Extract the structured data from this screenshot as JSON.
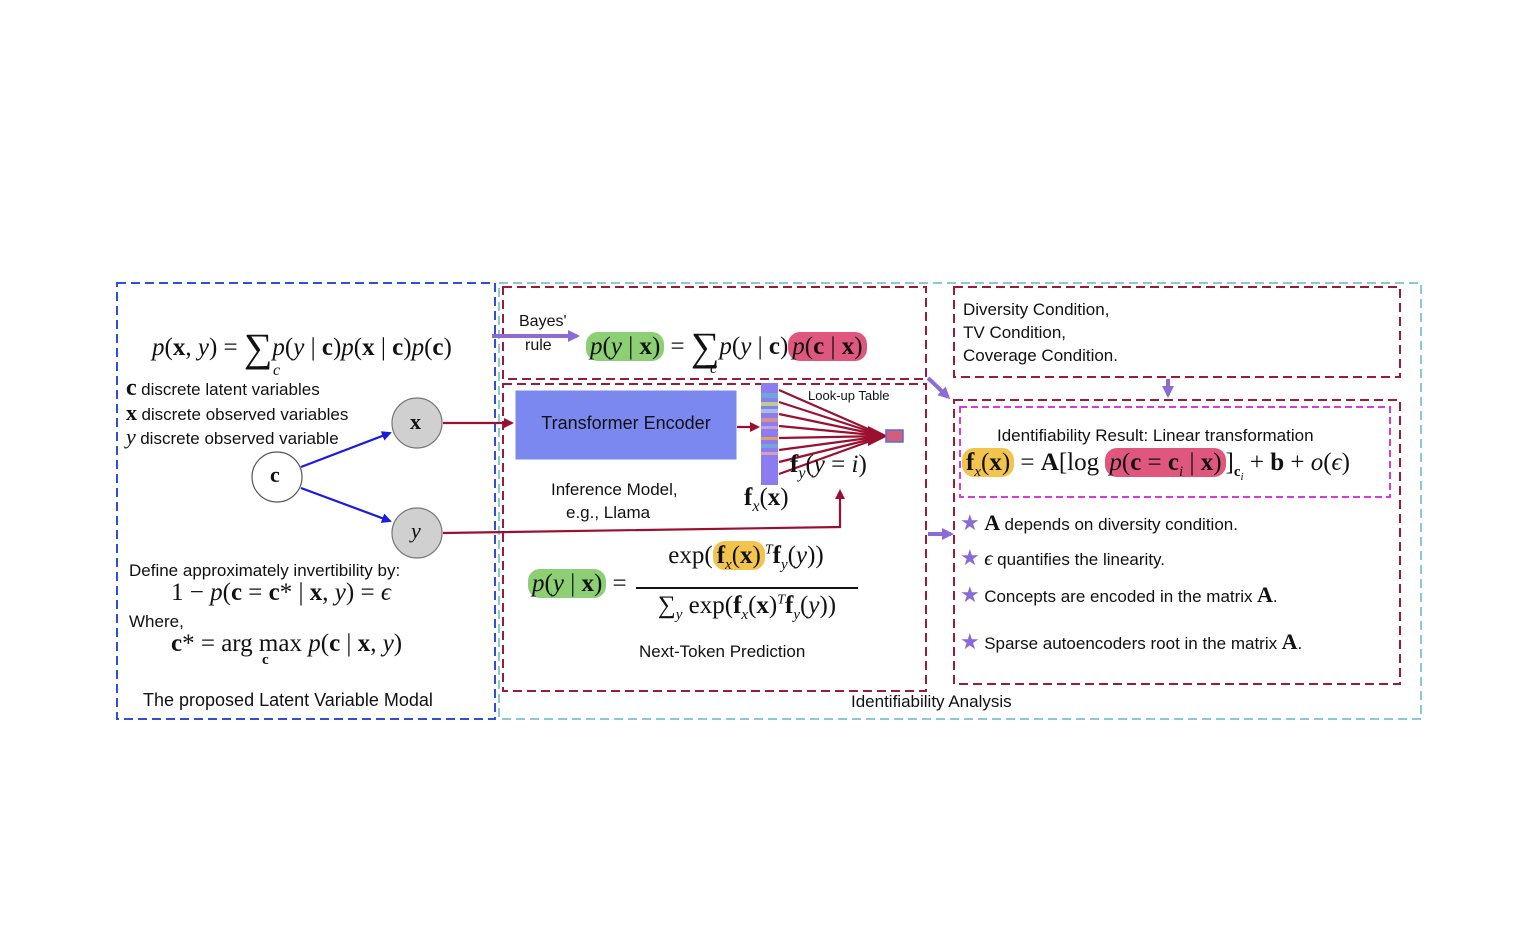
{
  "colors": {
    "outer_blue": "#2f4fd6",
    "outer_cyan": "#8cc8d8",
    "crimson_box": "#9b1b3a",
    "magenta_box": "#d63be0",
    "encoder_fill": "#7b88f0",
    "green_highlight": "#8ccf74",
    "pink_highlight": "#e0577e",
    "yellow_highlight": "#f2c44e",
    "arrow_blue": "#1a1ae0",
    "arrow_red": "#9b1030",
    "arrow_purple": "#8c6cd4"
  },
  "left_panel": {
    "legend": [
      {
        "symbol": "c",
        "text": "discrete latent variables"
      },
      {
        "symbol": "x",
        "text": "discrete observed variables"
      },
      {
        "symbol": "y",
        "text": "discrete observed variable"
      }
    ],
    "nodes": {
      "c": "c",
      "x": "x",
      "y": "y"
    },
    "define_text": "Define approximately invertibility by:",
    "where_text": "Where,",
    "caption": "The proposed Latent Variable Modal"
  },
  "middle_panel": {
    "bayes_label_1": "Bayes'",
    "bayes_label_2": "rule",
    "encoder_label": "Transformer Encoder",
    "lookup_label": "Look-up Table",
    "inference_line1": "Inference Model,",
    "inference_line2": "e.g., Llama",
    "ntp_label": "Next-Token Prediction"
  },
  "right_panel": {
    "conditions": [
      "Diversity Condition,",
      "TV Condition,",
      "Coverage Condition."
    ],
    "result_title": "Identifiability Result: Linear transformation",
    "bullets": [
      {
        "sym": "A",
        "text": "depends on diversity condition."
      },
      {
        "sym": "ϵ",
        "text": "quantifies the linearity."
      },
      {
        "pre": "Concepts are encoded in the matrix",
        "sym": "A",
        "post": "."
      },
      {
        "pre": "Sparse autoencoders root in the matrix",
        "sym": "A",
        "post": "."
      }
    ],
    "caption": "Identifiability Analysis"
  }
}
